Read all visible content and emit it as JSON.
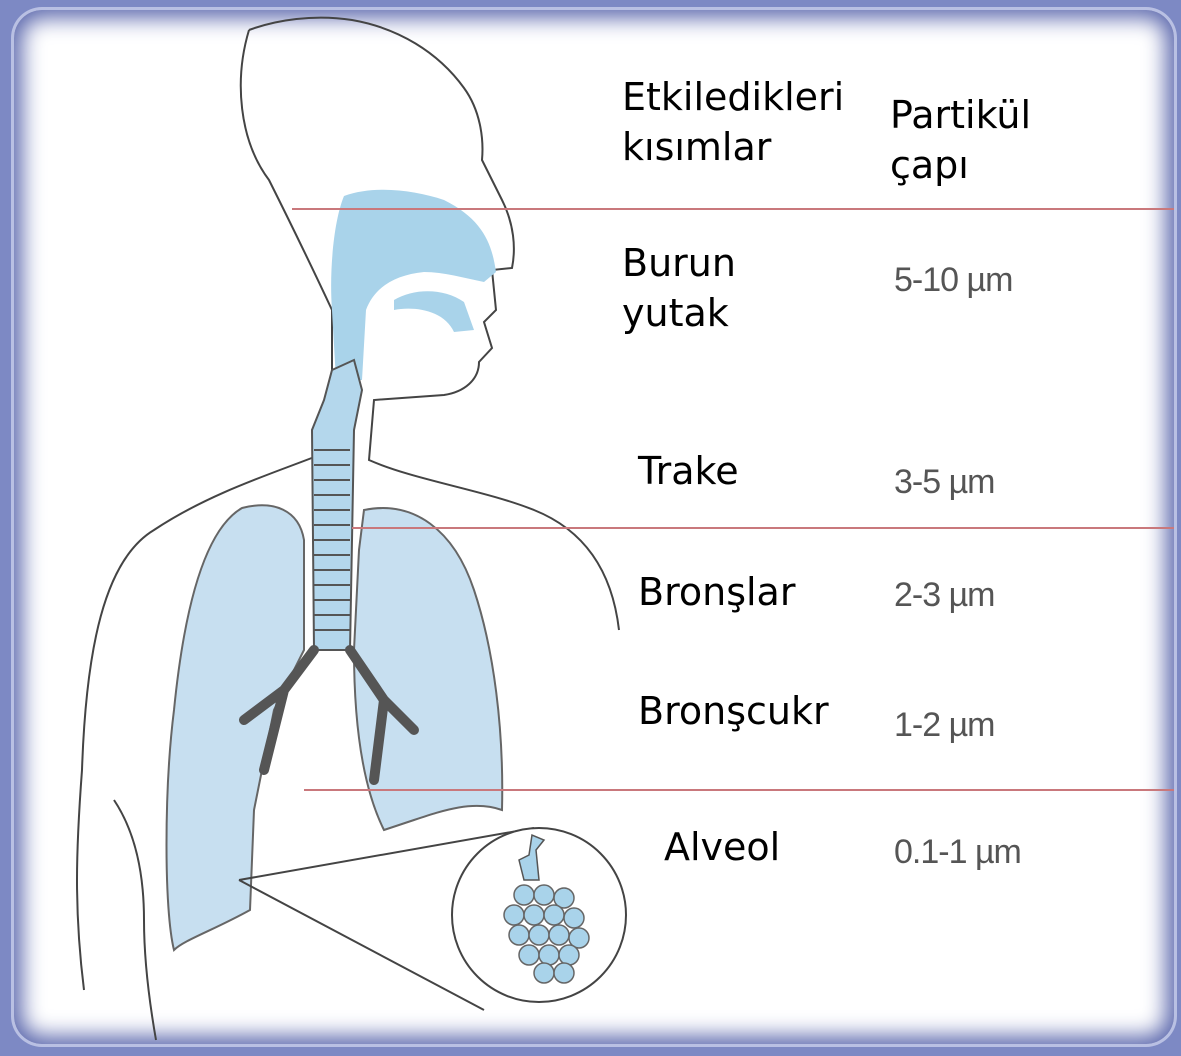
{
  "headers": {
    "region": "Etkiledikleri\nkısımlar",
    "particle": "Partikül\nçapı"
  },
  "rows": [
    {
      "region": "Burun\n yutak",
      "size": "5-10 µm"
    },
    {
      "region": "Trake",
      "size": "3-5 µm"
    },
    {
      "region": "Bronşlar",
      "size": "2-3 µm"
    },
    {
      "region": "Bronşcukr",
      "size": "1-2 µm"
    },
    {
      "region": "Alveol",
      "size": "0.1-1 µm"
    }
  ],
  "colors": {
    "background": "#7d89c4",
    "lung_fill": "#c7dff0",
    "airway_fill": "#a9d3ea",
    "divider_lines": "#c9787c"
  }
}
